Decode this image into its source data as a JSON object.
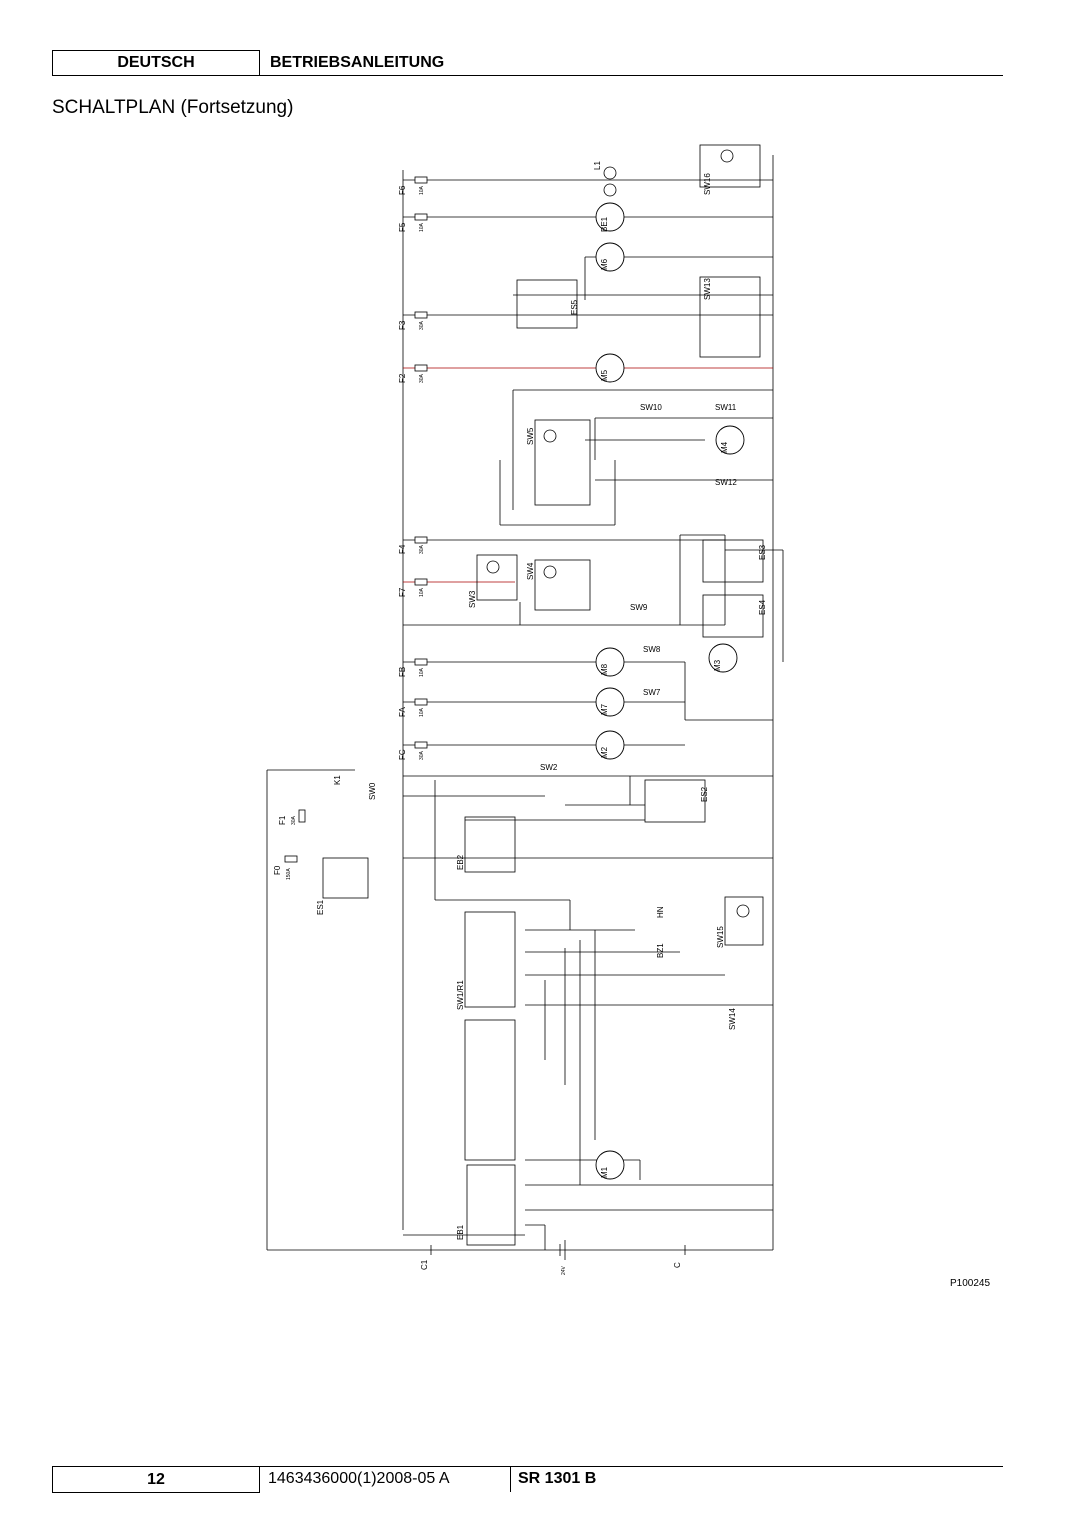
{
  "header": {
    "language": "DEUTSCH",
    "title": "BETRIEBSANLEITUNG"
  },
  "section_title": "SCHALTPLAN (Fortsetzung)",
  "diagram": {
    "components": [
      "F6",
      "F5",
      "F3",
      "F2",
      "F4",
      "F7",
      "FB",
      "FA",
      "FC",
      "F1",
      "F0",
      "L1",
      "BE1",
      "M6",
      "M5",
      "M4",
      "M8",
      "M7",
      "M2",
      "M3",
      "M1",
      "SW16",
      "SW13",
      "SW5",
      "SW10",
      "SW11",
      "SW12",
      "SW4",
      "SW3",
      "SW9",
      "ES3",
      "ES4",
      "SW8",
      "SW7",
      "SW2",
      "ES2",
      "K1",
      "SW0",
      "ES1",
      "EB2",
      "HN",
      "SW15",
      "BZ1",
      "SW1/R1",
      "SW14",
      "EB1",
      "ES5",
      "C1",
      "C",
      "24V"
    ],
    "ratings": [
      "10A",
      "10A",
      "30A",
      "30A",
      "30A",
      "10A",
      "10A",
      "10A",
      "30A",
      "30A",
      "150A"
    ],
    "code": "P100245"
  },
  "footer": {
    "page": "12",
    "doc_number": "1463436000(1)2008-05 A",
    "model": "SR 1301 B"
  }
}
